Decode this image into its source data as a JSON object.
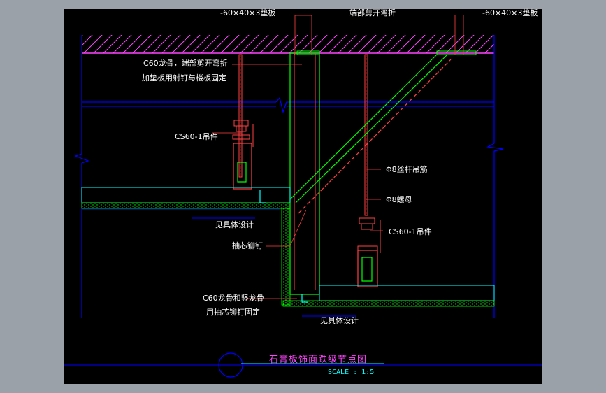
{
  "colors": {
    "frame_bg": "#9aa1a9",
    "sheet_bg": "#000000",
    "structure": "#0000ff",
    "partition": "#00ff00",
    "rod": "#ff4040",
    "hatch": "#ff44ff",
    "gypsum": "#00ffff",
    "text": "#ffffff",
    "title": "#ff44ff"
  },
  "labels": {
    "plate_left": "-60×40×3垫板",
    "end_cut": "端部剪开弯折",
    "plate_right": "-60×40×3垫板",
    "c60_line1": "C60龙骨，端部剪开弯折",
    "c60_line2": "加垫板用射钉与楼板固定",
    "cs60_left": "CS60-1吊件",
    "rod": "Φ8丝杆吊筋",
    "nut": "Φ8螺母",
    "cs60_right": "CS60-1吊件",
    "see_design_top": "见具体设计",
    "rivet": "抽芯铆钉",
    "fix_line1": "C60龙骨和竖龙骨",
    "fix_line2": "用抽芯铆钉固定",
    "see_design_bottom": "见具体设计"
  },
  "title": {
    "text": "石膏板饰面跌级节点图",
    "scale": "SCALE :   1:5"
  }
}
